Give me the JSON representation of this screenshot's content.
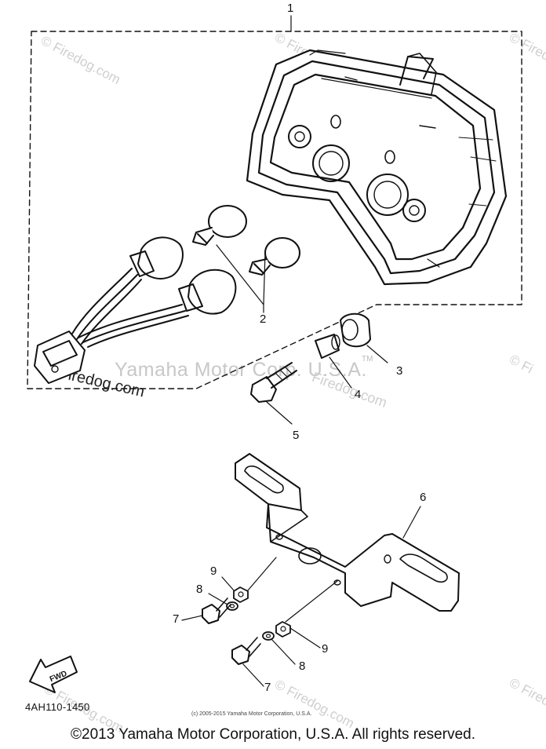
{
  "watermarks": {
    "site": "Firedog.com",
    "corner_marks": [
      "© Firedog.com",
      "© Firedog.com",
      "© Firedog.com",
      "© Firedog.com",
      "© Firedog.com",
      "© Firedog.com",
      "© Fi"
    ],
    "center": "Yamaha Motor Corp. U.S.A.",
    "tm": "TM"
  },
  "callouts": {
    "c1": "1",
    "c2": "2",
    "c3": "3",
    "c4": "4",
    "c5": "5",
    "c6": "6",
    "c7a": "7",
    "c7b": "7",
    "c8a": "8",
    "c8b": "8",
    "c9a": "9",
    "c9b": "9"
  },
  "fwd_label": "FWD",
  "diagram_ref": "4AH110-1450",
  "small_copyright": "(c) 2005-2015 Yamaha Motor Corporation, U.S.A.",
  "copyright": "©2013 Yamaha Motor Corporation, U.S.A. All rights reserved."
}
